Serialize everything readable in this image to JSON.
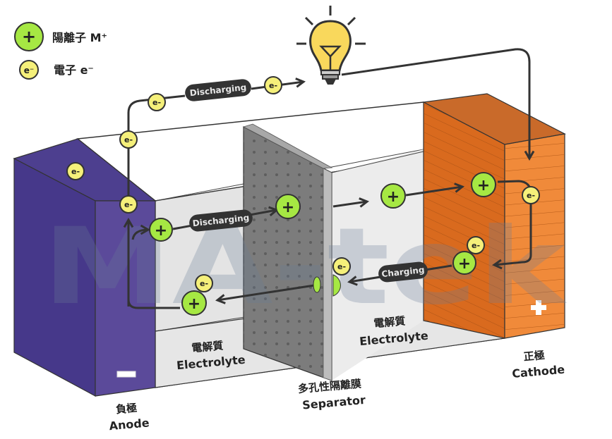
{
  "legend": {
    "cation_label": "陽離子 M⁺",
    "electron_label": "電子 e⁻",
    "cation_icon": "plus-circle-icon",
    "electron_icon": "electron-circle-icon"
  },
  "symbols": {
    "plus": "+",
    "electron": "e-",
    "electron_sup": "e⁻",
    "minus_terminal": "−",
    "plus_terminal": "+"
  },
  "circuit": {
    "top_label": "Discharging",
    "bulb_icon": "light-bulb-icon"
  },
  "flows": {
    "discharging_label": "Discharging",
    "charging_label": "Charging"
  },
  "components": {
    "anode": {
      "zh": "負極",
      "en": "Anode"
    },
    "electrolyte_left": {
      "zh": "電解質",
      "en": "Electrolyte"
    },
    "separator": {
      "zh": "多孔性隔離膜",
      "en": "Separator"
    },
    "electrolyte_right": {
      "zh": "電解質",
      "en": "Electrolyte"
    },
    "cathode": {
      "zh": "正極",
      "en": "Cathode"
    }
  },
  "watermark": "MA-tek",
  "colors": {
    "anode_front": "#5b4a9a",
    "anode_side": "#46388a",
    "anode_top": "#4d3f8f",
    "cathode_front": "#f08a3a",
    "cathode_side": "#d96a1e",
    "cathode_top": "#c96a2a",
    "separator": "#7c7c7c",
    "electrolyte": "#e4e4e4",
    "cation": "#a6e843",
    "electron": "#f5f07a",
    "wire": "#333333",
    "pill": "#333333",
    "bulb": "#f9d85c"
  }
}
